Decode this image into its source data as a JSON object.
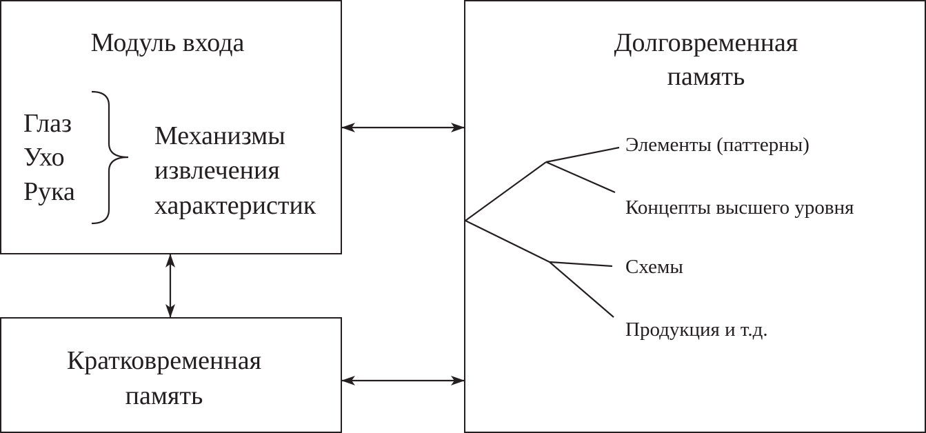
{
  "input_module": {
    "title": "Модуль входа",
    "senses": [
      "Глаз",
      "Ухо",
      "Рука"
    ],
    "mechanism_lines": [
      "Механизмы",
      "извлечения",
      "характеристик"
    ]
  },
  "short_term_memory": {
    "title_lines": [
      "Кратковременная",
      "память"
    ]
  },
  "long_term_memory": {
    "title_lines": [
      "Долговременная",
      "память"
    ],
    "contents": [
      "Элементы (паттерны)",
      "Концепты высшего уровня",
      "Схемы",
      "Продукция и т.д."
    ]
  },
  "colors": {
    "line": "#231f20",
    "background": "#ffffff"
  }
}
